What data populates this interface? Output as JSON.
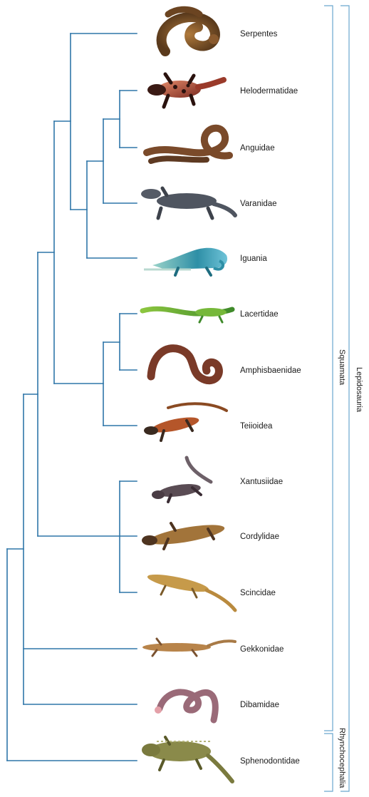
{
  "taxa": [
    {
      "name": "Serpentes",
      "icon": "snake-icon"
    },
    {
      "name": "Helodermatidae",
      "icon": "gila-monster-icon"
    },
    {
      "name": "Anguidae",
      "icon": "legless-lizard-icon"
    },
    {
      "name": "Varanidae",
      "icon": "monitor-lizard-icon"
    },
    {
      "name": "Iguania",
      "icon": "chameleon-icon"
    },
    {
      "name": "Lacertidae",
      "icon": "green-lizard-icon"
    },
    {
      "name": "Amphisbaenidae",
      "icon": "worm-lizard-icon"
    },
    {
      "name": "Teiioidea",
      "icon": "whiptail-lizard-icon"
    },
    {
      "name": "Xantusiidae",
      "icon": "night-lizard-icon"
    },
    {
      "name": "Cordylidae",
      "icon": "girdled-lizard-icon"
    },
    {
      "name": "Scincidae",
      "icon": "skink-icon"
    },
    {
      "name": "Gekkonidae",
      "icon": "gecko-icon"
    },
    {
      "name": "Dibamidae",
      "icon": "blind-lizard-icon"
    },
    {
      "name": "Sphenodontidae",
      "icon": "tuatara-icon"
    }
  ],
  "groups": {
    "squamata": "Squamata",
    "lepidosauria": "Lepidosauria",
    "rhynchocephalia": "Rhynchocephalia"
  },
  "colors": {
    "branch": "#2f76a8",
    "bracket": "#6aa7cf"
  }
}
